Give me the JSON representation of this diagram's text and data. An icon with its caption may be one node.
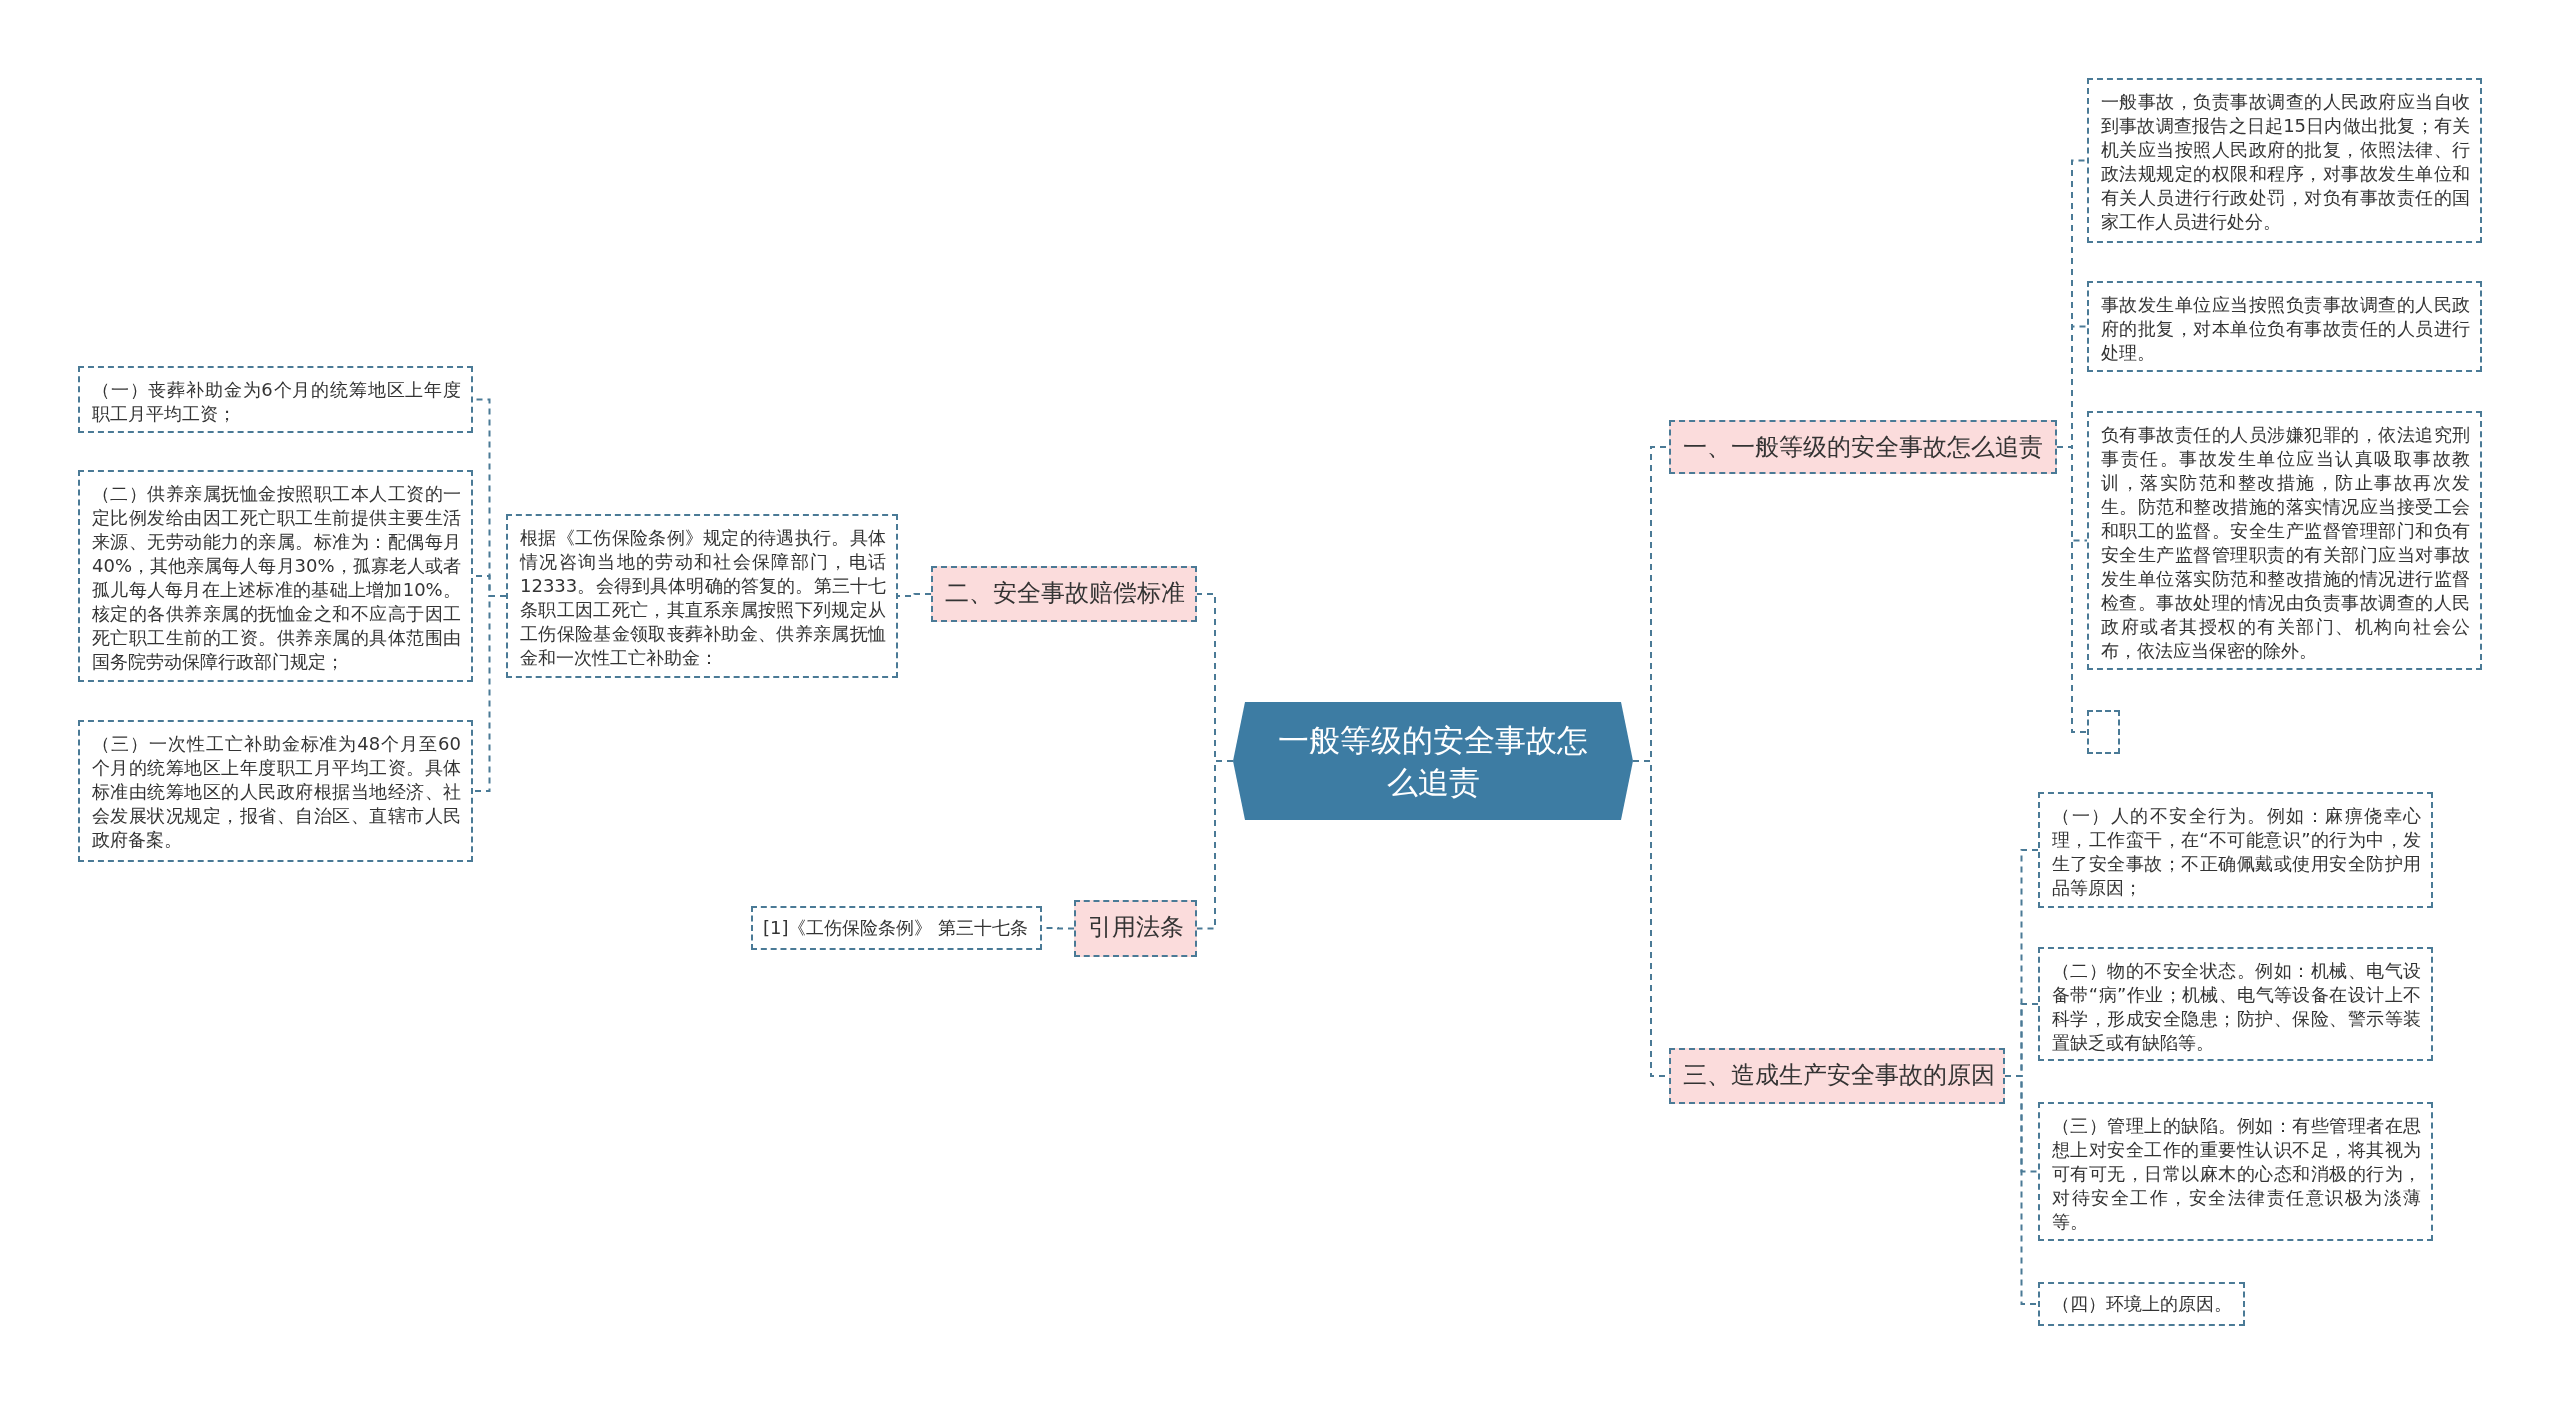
{
  "diagram": {
    "nodes": [
      {
        "text": [
          "一般等级的安全事故怎么追责"
        ]
      },
      {
        "text": [
          "一、一般等级的安全事故怎么追责"
        ]
      },
      {
        "text": [
          "一般事故，负责事故调查的人民政府应当自收到事故调查报告之日起15日内做出批复；有关机关应当按照人民政府的批复，依照法律、行政法规规定的权限和程序，对事故发生单位和有关人员进行行政处罚，对负有事故责任的国家工作人员进行处分。"
        ]
      },
      {
        "text": [
          "事故发生单位应当按照负责事故调查的人民政府的批复，对本单位负有事故责任的人员进行处理。"
        ]
      },
      {
        "text": [
          "负有事故责任的人员涉嫌犯罪的，依法追究刑事责任。事故发生单位应当认真吸取事故教训，落实防范和整改措施，防止事故再次发生。防范和整改措施的落实情况应当接受工会和职工的监督。安全生产监督管理部门和负有安全生产监督管理职责的有关部门应当对事故发生单位落实防范和整改措施的情况进行监督检查。事故处理的情况由负责事故调查的人民政府或者其授权的有关部门、机构向社会公布，依法应当保密的除外。"
        ]
      },
      {
        "text": [],
        "shape": "box"
      },
      {
        "text": [
          "三、造成生产安全事故的原因"
        ]
      },
      {
        "text": [
          "（一）人的不安全行为。例如：麻痹侥幸心理，工作蛮干，在“不可能意识”的行为中，发生了安全事故；不正确佩戴或使用安全防护用品等原因；"
        ]
      },
      {
        "text": [
          "（二）物的不安全状态。例如：机械、电气设备带“病”作业；机械、电气等设备在设计上不科学，形成安全隐患；防护、保险、警示等装置缺乏或有缺陷等。"
        ]
      },
      {
        "text": [
          "（三）管理上的缺陷。例如：有些管理者在思想上对安全工作的重要性认识不足，将其视为可有可无，日常以麻木的心态和消极的行为，对待安全工作，安全法律责任意识极为淡薄等。"
        ]
      },
      {
        "text": [
          "（四）环境上的原因。"
        ]
      },
      {
        "text": [
          "二、安全事故赔偿标准"
        ]
      },
      {
        "text": [
          "根据《工伤保险条例》规定的待遇执行。具体情况咨询当地的劳动和社会保障部门，电话12333。会得到具体明确的答复的。第三十七条职工因工死亡，其直系亲属按照下列规定从工伤保险基金领取丧葬补助金、供养亲属抚恤金和一次性工亡补助金："
        ]
      },
      {
        "text": [
          "（一）丧葬补助金为6个月的统筹地区上年度职工月平均工资；"
        ]
      },
      {
        "text": [
          "（二）供养亲属抚恤金按照职工本人工资的一定比例发给由因工死亡职工生前提供主要生活来源、无劳动能力的亲属。标准为：配偶每月40%，其他亲属每人每月30%，孤寡老人或者孤儿每人每月在上述标准的基础上增加10%。核定的各供养亲属的抚恤金之和不应高于因工死亡职工生前的工资。供养亲属的具体范围由国务院劳动保障行政部门规定；"
        ]
      },
      {
        "text": [
          "（三）一次性工亡补助金标准为48个月至60个月的统筹地区上年度职工月平均工资。具体标准由统筹地区的人民政府根据当地经济、社会发展状况规定，报省、自治区、直辖市人民政府备案。"
        ]
      },
      {
        "text": [
          "引用法条"
        ]
      },
      {
        "text": [
          "[1]《工伤保险条例》 第三十七条"
        ]
      }
    ],
    "edges": [
      {
        "from": 0,
        "to": 1,
        "arrow": "none"
      },
      {
        "from": 1,
        "to": 2,
        "arrow": "none"
      },
      {
        "from": 1,
        "to": 3,
        "arrow": "none"
      },
      {
        "from": 1,
        "to": 4,
        "arrow": "none"
      },
      {
        "from": 1,
        "to": 5,
        "arrow": "none"
      },
      {
        "from": 0,
        "to": 6,
        "arrow": "none"
      },
      {
        "from": 6,
        "to": 7,
        "arrow": "none"
      },
      {
        "from": 6,
        "to": 8,
        "arrow": "none"
      },
      {
        "from": 6,
        "to": 9,
        "arrow": "none"
      },
      {
        "from": 6,
        "to": 10,
        "arrow": "none"
      },
      {
        "from": 0,
        "to": 11,
        "arrow": "none"
      },
      {
        "from": 11,
        "to": 12,
        "arrow": "none"
      },
      {
        "from": 12,
        "to": 13,
        "arrow": "none"
      },
      {
        "from": 12,
        "to": 14,
        "arrow": "none"
      },
      {
        "from": 12,
        "to": 15,
        "arrow": "none"
      },
      {
        "from": 0,
        "to": 16,
        "arrow": "none"
      },
      {
        "from": 16,
        "to": 17,
        "arrow": "none"
      }
    ]
  }
}
